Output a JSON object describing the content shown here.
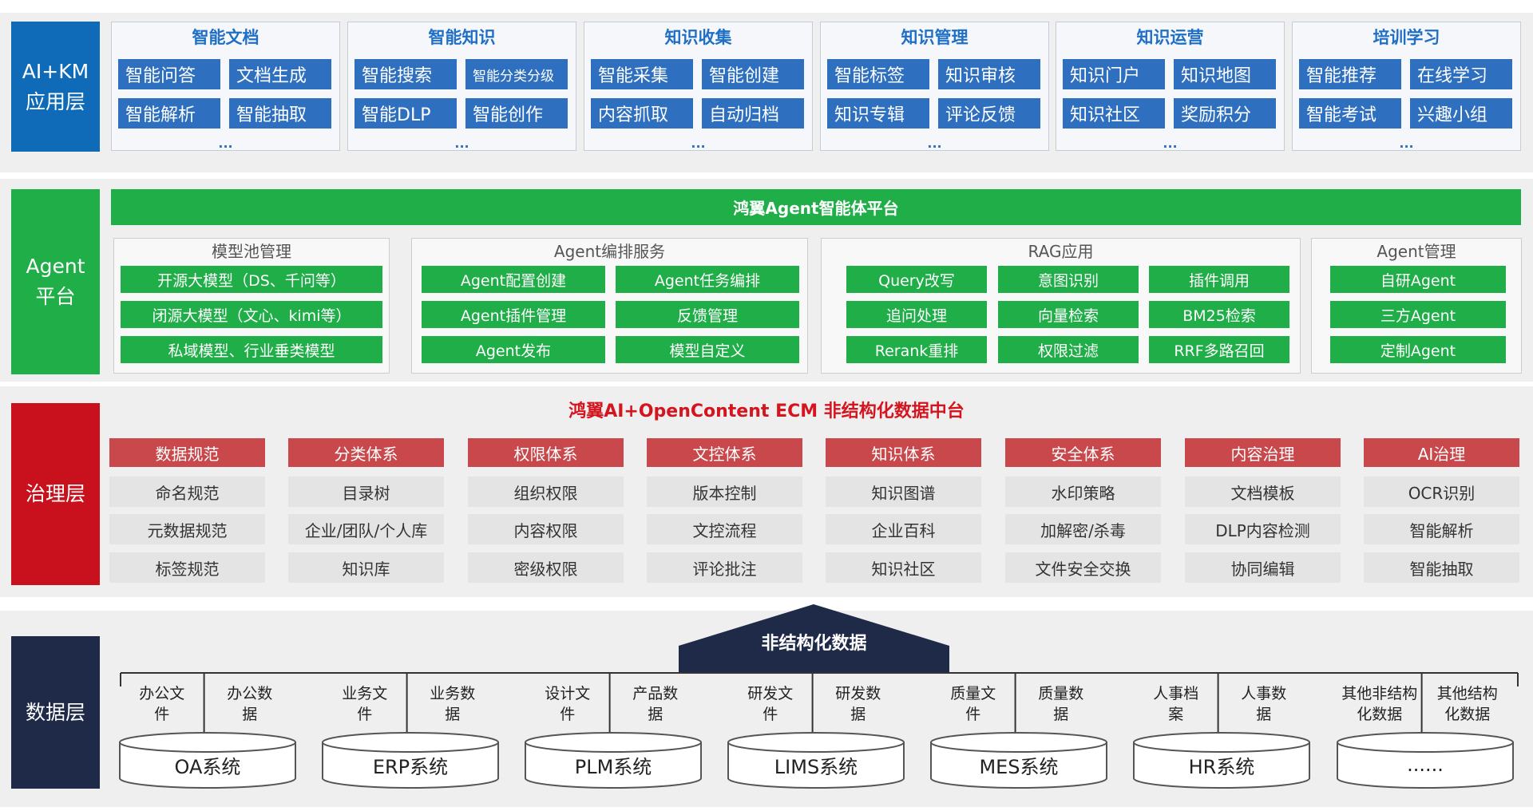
{
  "layers": {
    "ai_km": "AI+KM\n应用层",
    "agent": "Agent\n平台",
    "governance": "治理层",
    "data": "数据层"
  },
  "ai_km_groups": [
    {
      "title": "智能文档",
      "items": [
        "智能问答",
        "文档生成",
        "智能解析",
        "智能抽取"
      ],
      "more": "..."
    },
    {
      "title": "智能知识",
      "items": [
        "智能搜索",
        "智能分类分级",
        "智能DLP",
        "智能创作"
      ],
      "more": "..."
    },
    {
      "title": "知识收集",
      "items": [
        "智能采集",
        "智能创建",
        "内容抓取",
        "自动归档"
      ],
      "more": "..."
    },
    {
      "title": "知识管理",
      "items": [
        "智能标签",
        "知识审核",
        "知识专辑",
        "评论反馈"
      ],
      "more": "..."
    },
    {
      "title": "知识运营",
      "items": [
        "知识门户",
        "知识地图",
        "知识社区",
        "奖励积分"
      ],
      "more": "..."
    },
    {
      "title": "培训学习",
      "items": [
        "智能推荐",
        "在线学习",
        "智能考试",
        "兴趣小组"
      ],
      "more": "..."
    }
  ],
  "agent": {
    "platform_title": "鸿翼Agent智能体平台",
    "model_pool": {
      "title": "模型池管理",
      "items": [
        "开源大模型（DS、千问等）",
        "闭源大模型（文心、kimi等）",
        "私域模型、行业垂类模型"
      ]
    },
    "orchestration": {
      "title": "Agent编排服务",
      "items": [
        "Agent配置创建",
        "Agent任务编排",
        "Agent插件管理",
        "反馈管理",
        "Agent发布",
        "模型自定义"
      ]
    },
    "rag": {
      "title": "RAG应用",
      "items": [
        "Query改写",
        "意图识别",
        "插件调用",
        "追问处理",
        "向量检索",
        "BM25检索",
        "Rerank重排",
        "权限过滤",
        "RRF多路召回"
      ]
    },
    "management": {
      "title": "Agent管理",
      "items": [
        "自研Agent",
        "三方Agent",
        "定制Agent"
      ]
    }
  },
  "governance": {
    "title": "鸿翼AI+OpenContent ECM 非结构化数据中台",
    "columns": [
      {
        "head": "数据规范",
        "items": [
          "命名规范",
          "元数据规范",
          "标签规范"
        ]
      },
      {
        "head": "分类体系",
        "items": [
          "目录树",
          "企业/团队/个人库",
          "知识库"
        ]
      },
      {
        "head": "权限体系",
        "items": [
          "组织权限",
          "内容权限",
          "密级权限"
        ]
      },
      {
        "head": "文控体系",
        "items": [
          "版本控制",
          "文控流程",
          "评论批注"
        ]
      },
      {
        "head": "知识体系",
        "items": [
          "知识图谱",
          "企业百科",
          "知识社区"
        ]
      },
      {
        "head": "安全体系",
        "items": [
          "水印策略",
          "加解密/杀毒",
          "文件安全交换"
        ]
      },
      {
        "head": "内容治理",
        "items": [
          "文档模板",
          "DLP内容检测",
          "协同编辑"
        ]
      },
      {
        "head": "AI治理",
        "items": [
          "OCR识别",
          "智能解析",
          "智能抽取"
        ]
      }
    ]
  },
  "data": {
    "roof_title": "非结构化数据",
    "systems": [
      {
        "name": "OA系统",
        "left": "办公文\n件",
        "right": "办公数\n据"
      },
      {
        "name": "ERP系统",
        "left": "业务文\n件",
        "right": "业务数\n据"
      },
      {
        "name": "PLM系统",
        "left": "设计文\n件",
        "right": "产品数\n据"
      },
      {
        "name": "LIMS系统",
        "left": "研发文\n件",
        "right": "研发数\n据"
      },
      {
        "name": "MES系统",
        "left": "质量文\n件",
        "right": "质量数\n据"
      },
      {
        "name": "HR系统",
        "left": "人事档\n案",
        "right": "人事数\n据"
      },
      {
        "name": "......",
        "left": "其他非结构\n化数据",
        "right": "其他结构\n化数据"
      }
    ]
  },
  "colors": {
    "ai_km": "#0f6bb8",
    "agent": "#1fae48",
    "governance": "#c8111c",
    "data": "#1e2a47",
    "km_item": "#2e6fc0",
    "gov_head": "#c8484b"
  }
}
